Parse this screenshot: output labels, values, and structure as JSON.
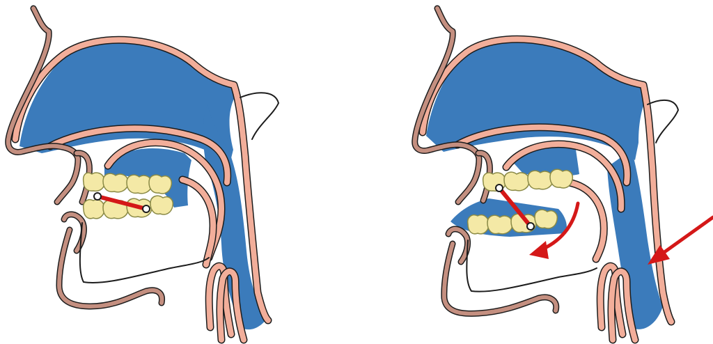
{
  "figure": {
    "panels": [
      {
        "state": "jaw-closed",
        "annotations": []
      },
      {
        "state": "jaw-open",
        "annotations": [
          "tongue-fall-arrow",
          "airway-collapse-arrow"
        ]
      }
    ]
  },
  "colors": {
    "airway": "#3b7bbb",
    "soft_tissue": "#f2ae9a",
    "outline": "#1c1c1c",
    "skin": "#c48f80",
    "teeth": "#f4e9a6",
    "teeth_outline": "#8a8a46",
    "marker": "#d41818",
    "background": "#ffffff"
  },
  "icons": [
    "mandible-hinge-marker",
    "arrow-icon"
  ]
}
